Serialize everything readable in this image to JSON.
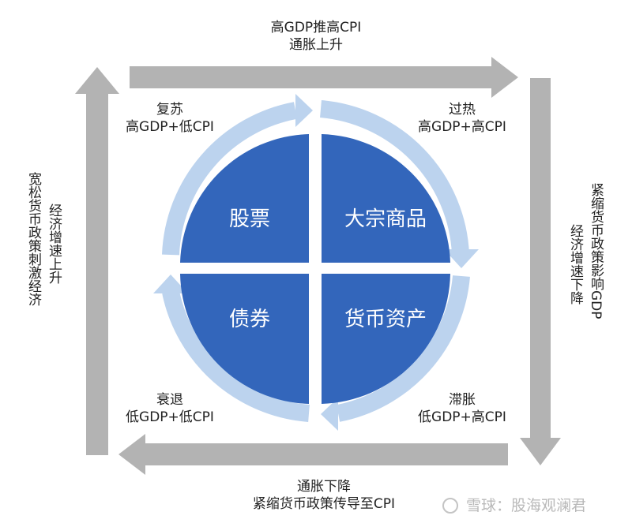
{
  "top_arrow": {
    "line1": "高GDP推高CPI",
    "line2": "通胀上升"
  },
  "bottom_arrow": {
    "line1": "通胀下降",
    "line2": "紧缩货币政策传导至CPI"
  },
  "left_arrow": {
    "col1": "宽松货币政策刺激经济",
    "col2": "经济增速上升"
  },
  "right_arrow": {
    "col1": "紧缩货币政策影响GDP",
    "col2": "经济增速下降"
  },
  "phases": {
    "recovery": {
      "name": "复苏",
      "desc": "高GDP+低CPI"
    },
    "overheat": {
      "name": "过热",
      "desc": "高GDP+高CPI"
    },
    "recession": {
      "name": "衰退",
      "desc": "低GDP+低CPI"
    },
    "stagflation": {
      "name": "滞胀",
      "desc": "低GDP+高CPI"
    }
  },
  "quadrants": {
    "top_left": "股票",
    "top_right": "大宗商品",
    "bottom_left": "债券",
    "bottom_right": "货币资产"
  },
  "watermark": {
    "text": "雪球：股海观澜君"
  },
  "colors": {
    "arrow_gray": "#b3b3b3",
    "quadrant_blue": "#3366bb",
    "ring_blue": "#bcd3ee"
  }
}
